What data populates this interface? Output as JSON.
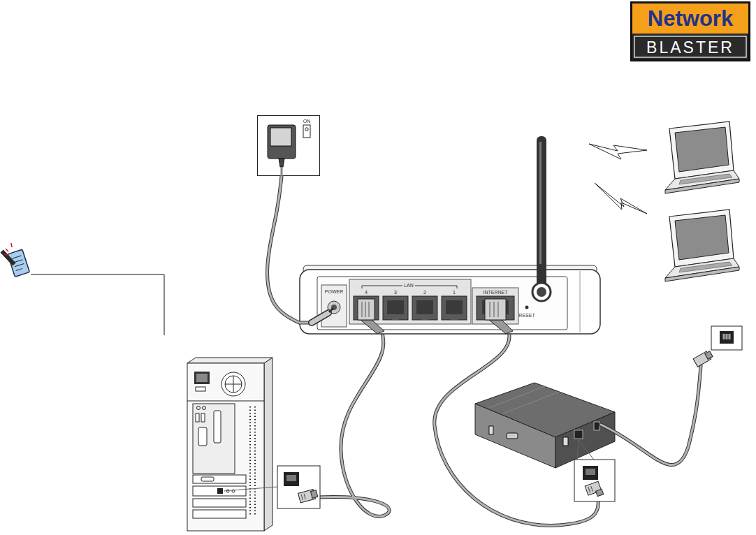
{
  "diagram": {
    "nodes": [
      {
        "text": [
          "Network",
          "BLASTER"
        ]
      },
      {
        "text": [
          "ON"
        ]
      },
      {
        "text": [
          "POWER",
          "LAN",
          "4",
          "3",
          "2",
          "1",
          "INTERNET",
          "RESET"
        ]
      }
    ],
    "edges": [
      {
        "from": 1,
        "to": 2,
        "arrow": "none"
      }
    ]
  }
}
